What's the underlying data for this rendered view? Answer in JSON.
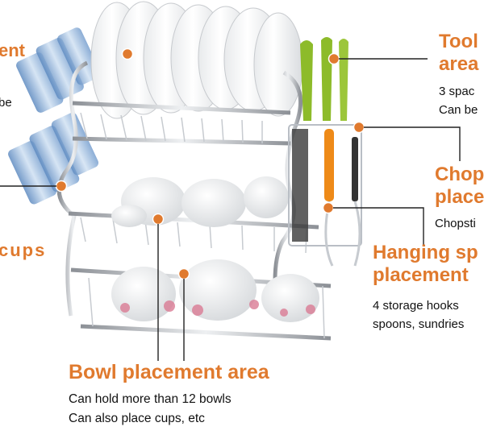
{
  "left_top": {
    "title": "ent",
    "lines": [
      "be"
    ]
  },
  "left_mid": {
    "title": "cups"
  },
  "tool_area": {
    "title_lines": [
      "Tool",
      "area"
    ],
    "lines": [
      "3 spac",
      "Can be"
    ]
  },
  "chopstick_area": {
    "title_lines": [
      "Chop",
      "place"
    ],
    "lines": [
      "Chopsti"
    ]
  },
  "hanging_area": {
    "title_lines": [
      "Hanging sp",
      "placement"
    ],
    "lines": [
      "4 storage hooks",
      "spoons, sundries"
    ]
  },
  "bowl_area": {
    "title": "Bowl placement area",
    "lines": [
      "Can hold more than 12 bowls",
      "Can also place cups, etc"
    ]
  },
  "colors": {
    "accent": "#e07a2e",
    "text": "#111111",
    "chrome": "#b9bec5",
    "pink": "#d97a93",
    "glass": "#7aa8d8",
    "green": "#8dbb2a",
    "orange": "#ee8a18"
  }
}
